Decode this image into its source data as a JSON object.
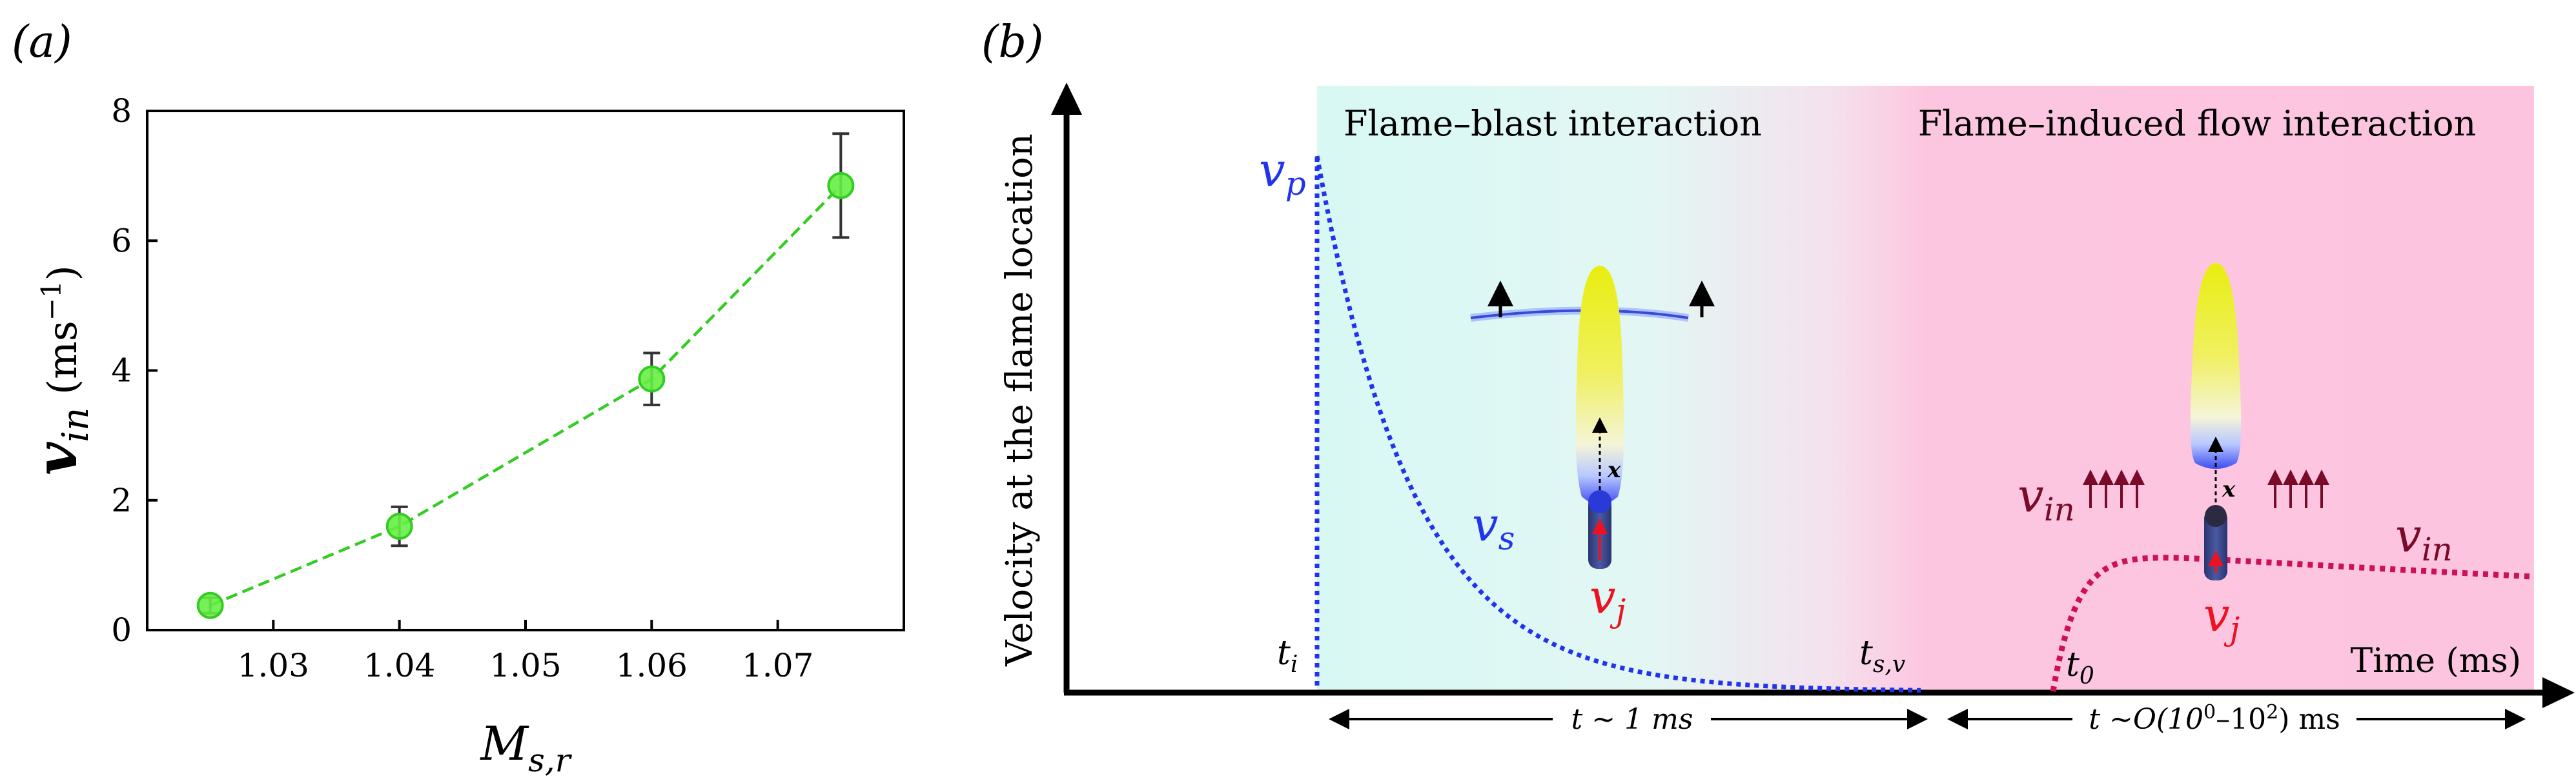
{
  "panel_a": {
    "label": "(a)",
    "ylabel_main": "v",
    "ylabel_sub": "in",
    "ylabel_unit_open": " (ms",
    "ylabel_unit_sup": "−1",
    "ylabel_unit_close": ")",
    "xlabel_main": "M",
    "xlabel_sub": "s,r"
  },
  "panel_b": {
    "label": "(b)",
    "ylabel": "Velocity at the flame location",
    "xaxis_label": "Time (ms)",
    "region_left_title": "Flame–blast interaction",
    "region_right_title": "Flame–induced flow interaction",
    "vp_main": "v",
    "vp_sub": "p",
    "vs_main": "v",
    "vs_sub": "s",
    "vj_main": "v",
    "vj_sub": "j",
    "vj2_main": "v",
    "vj2_sub": "j",
    "vin_left_main": "v",
    "vin_left_sub": "in",
    "vin_right_main": "v",
    "vin_right_sub": "in",
    "x_label_1": "x",
    "x_label_2": "x",
    "ti_main": "t",
    "ti_sub": "i",
    "tsv_main": "t",
    "tsv_sub": "s,v",
    "t0_main": "t",
    "t0_sub": "0",
    "span1": "t ~ 1 ms",
    "span2_pre": "t ~O(10",
    "span2_sup1": "0",
    "span2_mid": "–10",
    "span2_sup2": "2",
    "span2_post": ") ms"
  },
  "colors": {
    "line_green": "#33cc22",
    "marker_green": "#66ee44",
    "blue": "#2233ee",
    "dark_red": "#7a0a2a",
    "red": "#ee1122",
    "cyan_bg": "#d8f8f4",
    "pink_bg": "#fdc4e0"
  },
  "chart_data": [
    {
      "type": "line",
      "title": "",
      "xlabel": "M_s,r",
      "ylabel": "v_in (ms^-1)",
      "x": [
        1.025,
        1.04,
        1.06,
        1.075
      ],
      "y": [
        0.38,
        1.6,
        3.87,
        6.85
      ],
      "error": [
        0.12,
        0.3,
        0.4,
        0.8
      ],
      "xlim": [
        1.02,
        1.08
      ],
      "ylim": [
        0,
        8
      ],
      "x_ticks": [
        "1.03",
        "1.04",
        "1.05",
        "1.06",
        "1.07"
      ],
      "y_ticks": [
        "0",
        "2",
        "4",
        "6",
        "8"
      ],
      "grid": false
    }
  ]
}
